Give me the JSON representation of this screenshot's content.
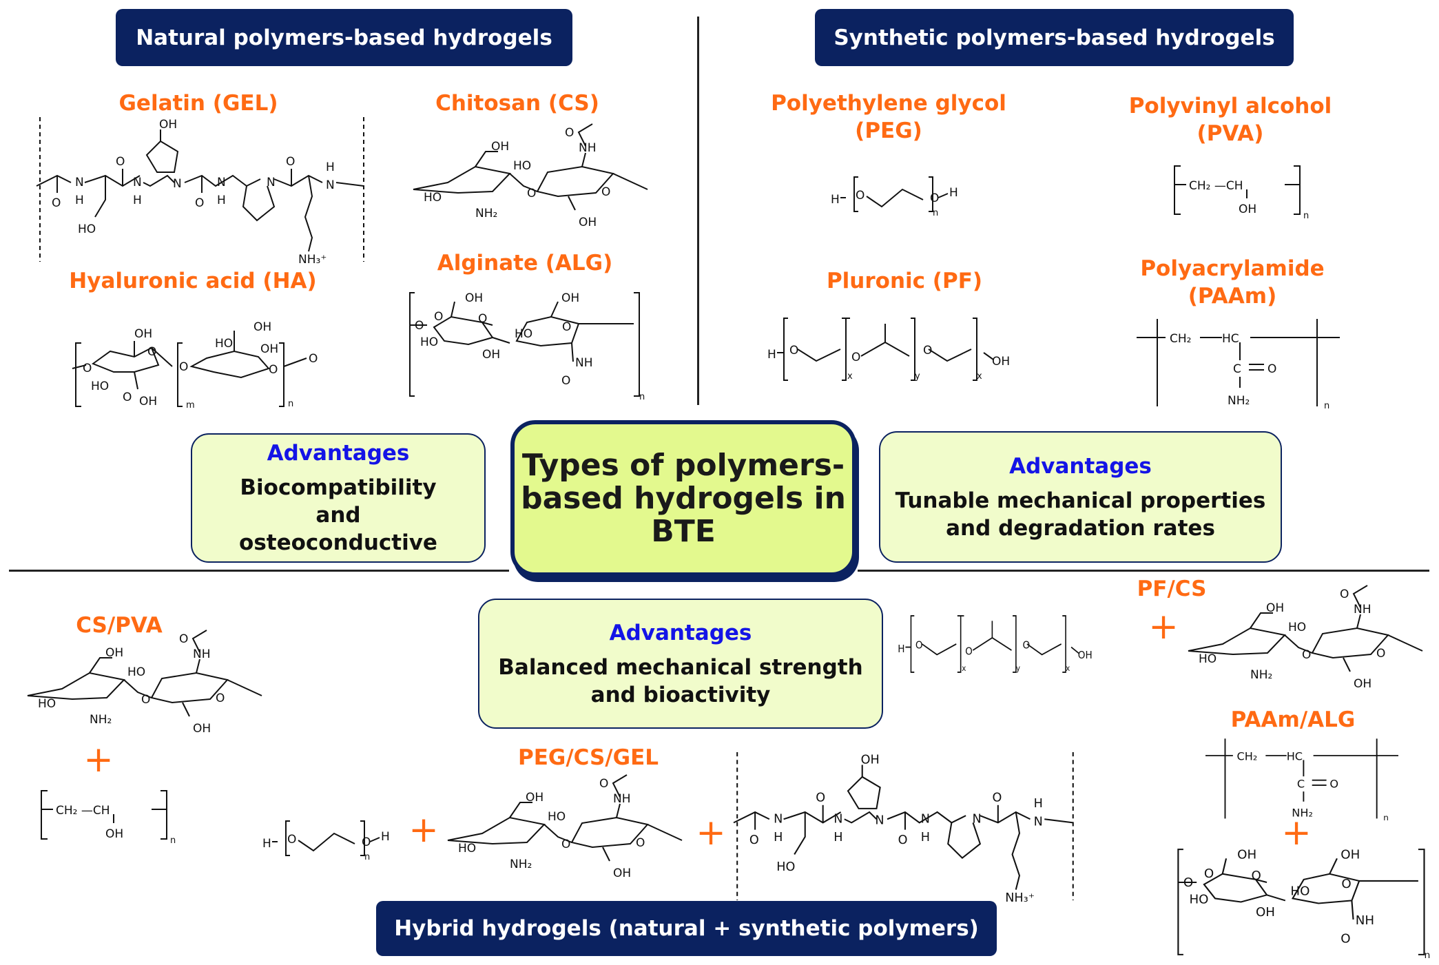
{
  "headers": {
    "natural": "Natural  polymers-based hydrogels",
    "synthetic": "Synthetic polymers-based hydrogels",
    "hybrid": "Hybrid hydrogels (natural + synthetic polymers)"
  },
  "center_title": "Types of polymers-based hydrogels in BTE",
  "advantages": {
    "natural": {
      "title": "Advantages",
      "text": "Biocompatibility and osteoconductive"
    },
    "synthetic": {
      "title": "Advantages",
      "text": "Tunable mechanical properties and degradation rates"
    },
    "hybrid": {
      "title": "Advantages",
      "text": "Balanced mechanical strength and bioactivity"
    }
  },
  "labels": {
    "gel": "Gelatin (GEL)",
    "cs": "Chitosan (CS)",
    "ha": "Hyaluronic acid (HA)",
    "alg": "Alginate (ALG)",
    "peg": "Polyethylene glycol (PEG)",
    "pva": "Polyvinyl alcohol (PVA)",
    "pf": "Pluronic (PF)",
    "paam": "Polyacrylamide (PAAm)",
    "cs_pva": "CS/PVA",
    "peg_cs_gel": "PEG/CS/GEL",
    "pf_cs": "PF/CS",
    "paam_alg": "PAAm/ALG",
    "plus": "+"
  },
  "colors": {
    "navy": "#0b2260",
    "orange": "#ff6a13",
    "advantage_title": "#1414e6",
    "advantage_bg": "#f1fccb",
    "center_bg": "#e3f98e"
  },
  "structures": {
    "gel": [
      "O",
      "N",
      "H",
      "HO",
      "O",
      "N",
      "H",
      "OH",
      "N",
      "O",
      "N",
      "H",
      "N",
      "O",
      "N",
      "H",
      "NH₃⁺"
    ],
    "chitosan": [
      "OH",
      "HO",
      "NH₂",
      "O",
      "HO",
      "NH",
      "O",
      "OH",
      "O"
    ],
    "ha": [
      "O",
      "HO",
      "OH",
      "O",
      "O",
      "OH",
      "m",
      "O",
      "OH",
      "HO",
      "OH",
      "O",
      "n",
      "O"
    ],
    "alg": [
      "O",
      "O",
      "OH",
      "HO",
      "OH",
      "O",
      "HO",
      "OH",
      "NH",
      "O",
      "n",
      "O"
    ],
    "peg": [
      "H",
      "O",
      "O",
      "H",
      "n"
    ],
    "pva": [
      "CH₂ —CH",
      "OH",
      "n"
    ],
    "pf": [
      "H",
      "O",
      "x",
      "O",
      "y",
      "O",
      "x",
      "OH"
    ],
    "paam": [
      "CH₂",
      "HC",
      "C",
      "O",
      "NH₂",
      "n"
    ]
  }
}
